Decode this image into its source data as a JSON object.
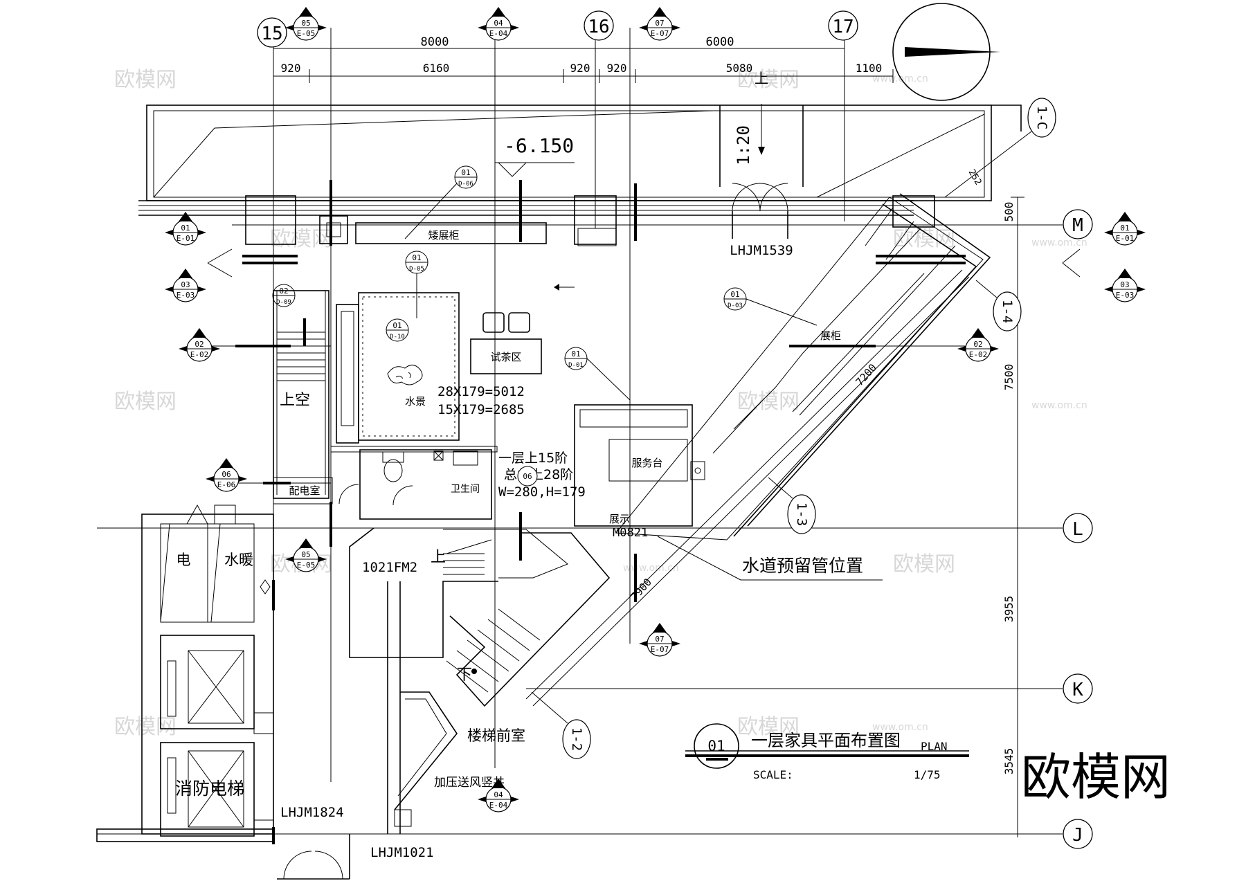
{
  "grid_axes": {
    "vertical": [
      "15",
      "16",
      "17"
    ],
    "horizontal": [
      "M",
      "L",
      "K",
      "J"
    ]
  },
  "dimensions": {
    "top_overall": [
      "8000",
      "6000"
    ],
    "top_detail": [
      "920",
      "6160",
      "920",
      "920",
      "5080",
      "1100"
    ],
    "right": [
      "500",
      "7500",
      "3955",
      "3545"
    ],
    "diagonal": [
      "7200",
      "7900",
      "252"
    ]
  },
  "elevation": "-6.150",
  "scale_note": "1:20",
  "up_mark": "上",
  "section_markers": {
    "top_05": {
      "num": "05",
      "ref": "E-05"
    },
    "top_04": {
      "num": "04",
      "ref": "E-04"
    },
    "top_07": {
      "num": "07",
      "ref": "E-07"
    },
    "left_01": {
      "num": "01",
      "ref": "E-01"
    },
    "left_03": {
      "num": "03",
      "ref": "E-03"
    },
    "left_02": {
      "num": "02",
      "ref": "E-02"
    },
    "left_06": {
      "num": "06",
      "ref": "E-06"
    },
    "mid_05": {
      "num": "05",
      "ref": "E-05"
    },
    "mid_07": {
      "num": "07",
      "ref": "E-07"
    },
    "bot_04": {
      "num": "04",
      "ref": "E-04"
    },
    "right_01": {
      "num": "01",
      "ref": "E-01"
    },
    "right_03": {
      "num": "03",
      "ref": "E-03"
    },
    "right_02": {
      "num": "02",
      "ref": "E-02"
    }
  },
  "detail_tags": {
    "d06": {
      "num": "01",
      "ref": "D-06"
    },
    "d05": {
      "num": "01",
      "ref": "D-05"
    },
    "d09": {
      "num": "02",
      "ref": "D-09"
    },
    "d10": {
      "num": "01",
      "ref": "D-10"
    },
    "d01": {
      "num": "01",
      "ref": "D-01"
    },
    "d03": {
      "num": "01",
      "ref": "D-03"
    }
  },
  "rooms": {
    "low_cabinet": "矮展柜",
    "tea_area": "试茶区",
    "void": "上空",
    "water_feature": "水景",
    "display_cabinet": "展柜",
    "service_desk": "服务台",
    "restroom": "卫生间",
    "electrical_room": "配电室",
    "electric": "电",
    "hvac": "水暖",
    "exhibit": "展示",
    "stair_lobby": "楼梯前室",
    "pressurized_shaft": "加压送风竖井",
    "fire_elevator": "消防电梯",
    "up": "上",
    "down": "下"
  },
  "stair_notes": [
    "28X179=5012",
    "15X179=2685",
    "一层上15阶",
    "总共上28阶",
    "W=280,H=179",
    "06"
  ],
  "door_labels": [
    "LHJM1539",
    "1021FM2",
    "M0821",
    "LHJM1824",
    "LHJM1021"
  ],
  "callouts": {
    "c1": "1-C",
    "c4": "1-4",
    "c3": "1-3",
    "c2": "1-2"
  },
  "water_pipe_note": "水道预留管位置",
  "title_block": {
    "number": "01",
    "title": "一层家具平面布置图",
    "plan": "PLAN",
    "scale_label": "SCALE:",
    "scale_value": "1/75"
  },
  "watermark": {
    "brand": "欧模网",
    "url": "www.om.cn"
  }
}
